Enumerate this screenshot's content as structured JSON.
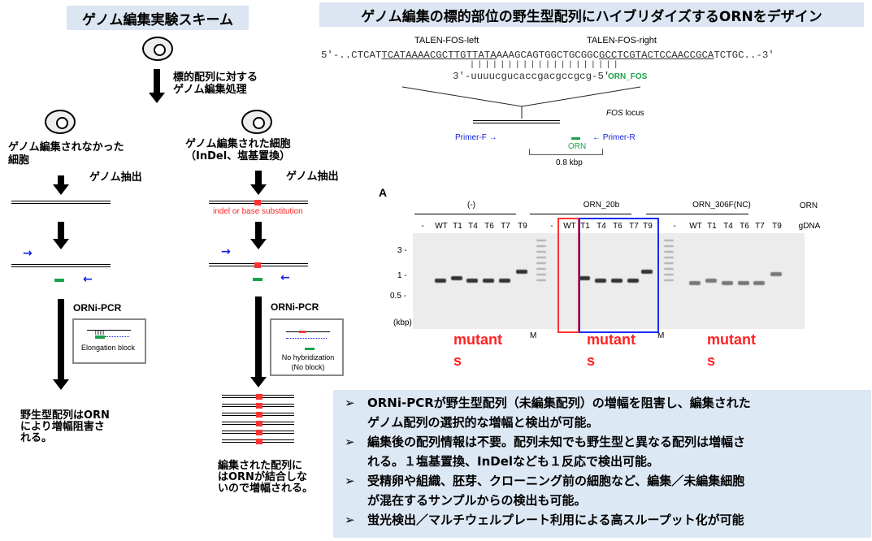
{
  "left_title": "ゲノム編集実験スキーム",
  "right_title": "ゲノム編集の標的部位の野生型配列にハイブリダイズするORNをデザイン",
  "scheme": {
    "treatment": [
      "標的配列に対する",
      "ゲノム編集処理"
    ],
    "unedited_cell": [
      "ゲノム編集されなかった",
      "細胞"
    ],
    "edited_cell": [
      "ゲノム編集された細胞",
      "（InDel、塩基置換）"
    ],
    "extract": "ゲノム抽出",
    "mutation_label": "indel or base substitution",
    "orni_pcr": "ORNi-PCR",
    "block_label": "Elongation block",
    "no_block_label": [
      "No hybridization",
      "(No block)"
    ],
    "left_result": [
      "野生型配列はORN",
      "により増幅阻害さ",
      "れる。"
    ],
    "right_result": [
      "編集された配列に",
      "はORNが結合しな",
      "いので増幅される。"
    ]
  },
  "design": {
    "talen_left": "TALEN-FOS-left",
    "talen_right": "TALEN-FOS-right",
    "seq_prefix": "5′-..CTCAT",
    "seq_left_site": "TCATAAAACGCTTGTTATA",
    "seq_mid": "AAAGCAGTGGCTGCGGC",
    "seq_right_site": "GCCTCGTACTCCAACCGCA",
    "seq_suffix": "TCTGC..-3′",
    "pairing": "||||||||||||||||||||",
    "orn_seq": "3′-uuuucgucaccgacgccgcg-5′",
    "orn_name": "ORN_FOS",
    "locus": "FOS",
    "locus_suffix": " locus",
    "primer_f": "Primer-F",
    "primer_r": "Primer-R",
    "orn": "ORN",
    "size": "0.8 kbp"
  },
  "gel": {
    "panel": "A",
    "groups": [
      "(-)",
      "ORN_20b",
      "ORN_306F(NC)"
    ],
    "orn_row": "ORN",
    "gdna_row": "gDNA",
    "lanes": [
      "-",
      "WT",
      "T1",
      "T4",
      "T6",
      "T7",
      "T9"
    ],
    "marker": "M",
    "y_ticks": [
      "3 -",
      "1 -",
      "0.5 -",
      "(kbp)"
    ],
    "mutants": [
      "mutant",
      "s"
    ]
  },
  "bullets": [
    {
      "marker": "➢",
      "lines": [
        "ORNi-PCRが野生型配列（未編集配列）の増幅を阻害し、編集された",
        "ゲノム配列の選択的な増幅と検出が可能。"
      ]
    },
    {
      "marker": "➢",
      "lines": [
        "編集後の配列情報は不要。配列未知でも野生型と異なる配列は増幅さ",
        "れる。１塩基置換、InDelなども１反応で検出可能。"
      ]
    },
    {
      "marker": "➢",
      "lines": [
        "受精卵や組織、胚芽、クローニング前の細胞など、編集／未編集細胞",
        "が混在するサンプルからの検出も可能。"
      ]
    },
    {
      "marker": "➢",
      "lines": [
        "蛍光検出／マルチウェルプレート利用による高スループット化が可能"
      ]
    }
  ],
  "colors": {
    "title_bg": "#dce6f2",
    "mutant": "#ff2222",
    "orn": "#1aa34a",
    "primer": "#1020e0"
  }
}
